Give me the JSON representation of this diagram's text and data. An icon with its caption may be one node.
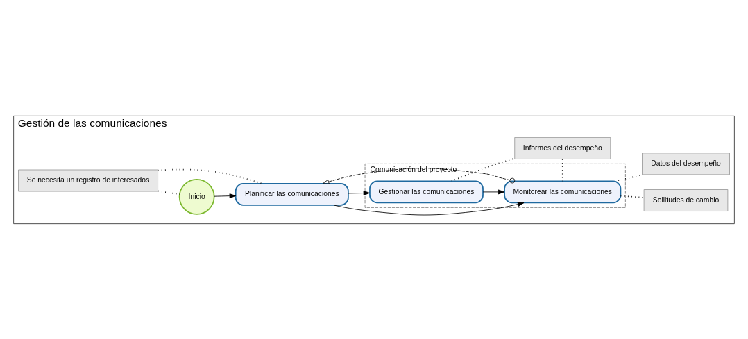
{
  "diagram": {
    "nodes": [
      {
        "text": [
          "Gestión de las comunicaciones"
        ]
      },
      {
        "text": [
          "Inicio"
        ],
        "in": 0
      },
      {
        "text": [
          "Se necesita un registro de interesados"
        ],
        "in": 0
      },
      {
        "text": [
          "Planificar las comunicaciones"
        ],
        "in": 0
      },
      {
        "text": [
          "Comunicación del proyecto"
        ],
        "in": 0
      },
      {
        "text": [
          "Gestionar las comunicaciones"
        ],
        "in": 4
      },
      {
        "text": [
          "Monitorear las comunicaciones"
        ],
        "in": 4
      },
      {
        "text": [
          "Informes del desempeño"
        ],
        "in": 0
      },
      {
        "text": [
          "Soliitudes de cambio"
        ],
        "in": 0
      },
      {
        "text": [
          "Datos del desempeño"
        ],
        "in": 0
      }
    ],
    "edges": [
      {
        "from": 1,
        "to": 3,
        "arrow": "to"
      },
      {
        "from": 2,
        "to": 1,
        "arrow": "none",
        "style": "dashed"
      },
      {
        "from": 2,
        "to": 3,
        "arrow": "none",
        "style": "dashed"
      },
      {
        "from": 3,
        "to": 5,
        "arrow": "to"
      },
      {
        "from": 3,
        "to": 6,
        "arrow": "to"
      },
      {
        "from": 5,
        "to": 6,
        "arrow": "to"
      },
      {
        "from": 5,
        "to": 7,
        "arrow": "none",
        "style": "dashed"
      },
      {
        "from": 7,
        "to": 6,
        "arrow": "none",
        "style": "dashed"
      },
      {
        "from": 6,
        "to": 8,
        "arrow": "none",
        "style": "dashed"
      },
      {
        "from": 6,
        "to": 9,
        "arrow": "none",
        "style": "dashed"
      },
      {
        "from": 6,
        "to": 3,
        "arrow": "to",
        "style": "dashed"
      }
    ]
  }
}
